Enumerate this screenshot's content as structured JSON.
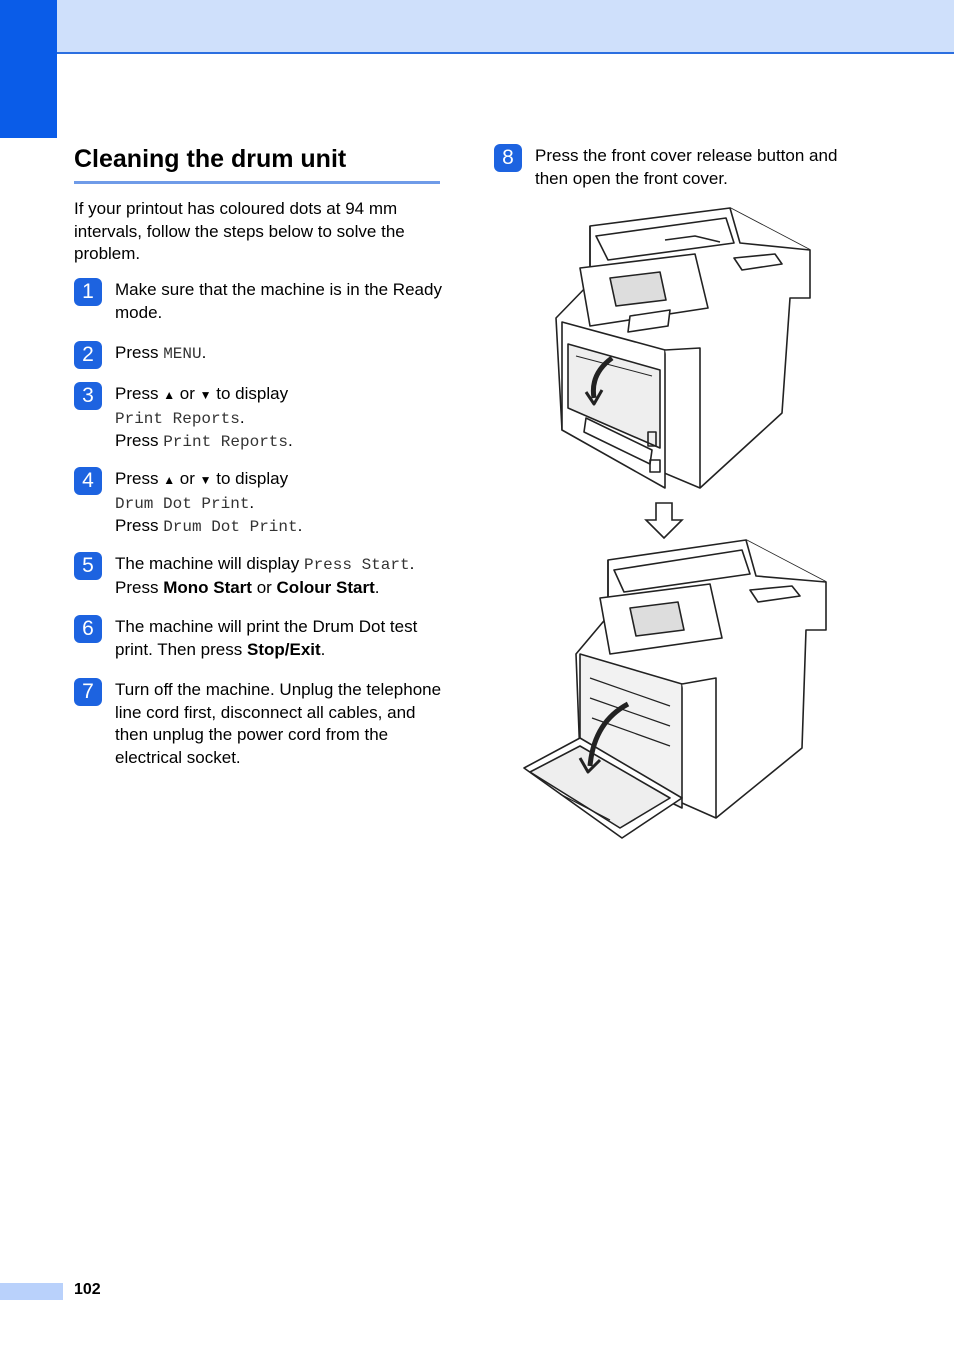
{
  "page": {
    "heading": "Cleaning the drum unit",
    "intro": "If your printout has coloured dots at 94 mm intervals, follow the steps below to solve the problem.",
    "page_number": "102"
  },
  "symbols": {
    "up": "▲",
    "down": "▼"
  },
  "steps": [
    {
      "num": "1",
      "text": "Make sure that the machine is in the Ready mode."
    },
    {
      "num": "2",
      "press": "Press ",
      "key": "MENU",
      "dot": "."
    },
    {
      "num": "3",
      "press": "Press ",
      "or": " or ",
      "to_display": " to display",
      "target": "Print Reports",
      "dot": ".",
      "press2": "Press ",
      "target2": "Print Reports",
      "dot2": "."
    },
    {
      "num": "4",
      "press": "Press ",
      "or": " or ",
      "to_display": " to display",
      "target": "Drum Dot Print",
      "dot": ".",
      "press2": "Press ",
      "target2": "Drum Dot Print",
      "dot2": "."
    },
    {
      "num": "5",
      "a": "The machine will display ",
      "msg": "Press Start",
      "dot": ".",
      "b": "Press ",
      "key1": "Mono Start",
      "or": " or ",
      "key2": "Colour Start",
      "dot2": "."
    },
    {
      "num": "6",
      "a": "The machine will print the Drum Dot test print. Then press ",
      "key": "Stop/Exit",
      "dot": "."
    },
    {
      "num": "7",
      "text": "Turn off the machine. Unplug the telephone line cord first, disconnect all cables, and then unplug the power cord from the electrical socket."
    },
    {
      "num": "8",
      "text": "Press the front cover release button and then open the front cover."
    }
  ]
}
